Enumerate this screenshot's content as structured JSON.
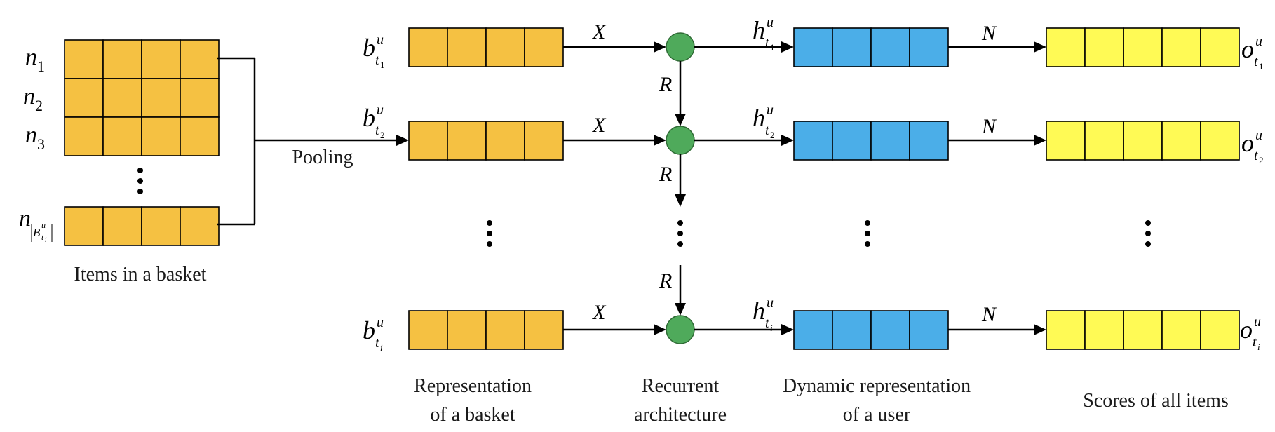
{
  "colors": {
    "basket_item": "#F5C142",
    "user_rep": "#4BAEE8",
    "scores": "#FFFA55",
    "rnn_node": "#4FAA5B",
    "rnn_node_stroke": "#2F6B35"
  },
  "left": {
    "item_labels": [
      {
        "base": "n",
        "sub": "1"
      },
      {
        "base": "n",
        "sub": "2"
      },
      {
        "base": "n",
        "sub": "3"
      }
    ],
    "last_item_label": {
      "base": "n",
      "sub_base": "B",
      "sub_sup": "u",
      "sub_sub": "t",
      "sub_sub_sub": "i"
    },
    "caption": "Items in a basket",
    "pooling_label": "Pooling"
  },
  "rows": [
    {
      "b": {
        "base": "b",
        "sup": "u",
        "sub": "t",
        "subsub": "1"
      },
      "h": {
        "base": "h",
        "sup": "u",
        "sub": "t",
        "subsub": "1"
      },
      "o": {
        "base": "o",
        "sup": "u",
        "sub": "t",
        "subsub": "1"
      },
      "x_label": "X",
      "n_label": "N"
    },
    {
      "b": {
        "base": "b",
        "sup": "u",
        "sub": "t",
        "subsub": "2"
      },
      "h": {
        "base": "h",
        "sup": "u",
        "sub": "t",
        "subsub": "2"
      },
      "o": {
        "base": "o",
        "sup": "u",
        "sub": "t",
        "subsub": "2"
      },
      "x_label": "X",
      "n_label": "N"
    },
    {
      "b": {
        "base": "b",
        "sup": "u",
        "sub": "t",
        "subsub": "i"
      },
      "h": {
        "base": "h",
        "sup": "u",
        "sub": "t",
        "subsub": "i"
      },
      "o": {
        "base": "o",
        "sup": "u",
        "sub": "t",
        "subsub": "i"
      },
      "x_label": "X",
      "n_label": "N"
    }
  ],
  "recurrent_label": "R",
  "captions": {
    "basket_rep": [
      "Representation",
      "of a basket"
    ],
    "recurrent": [
      "Recurrent",
      "architecture"
    ],
    "user_rep": [
      "Dynamic representation",
      "of a user"
    ],
    "scores": [
      "Scores of all items"
    ]
  }
}
